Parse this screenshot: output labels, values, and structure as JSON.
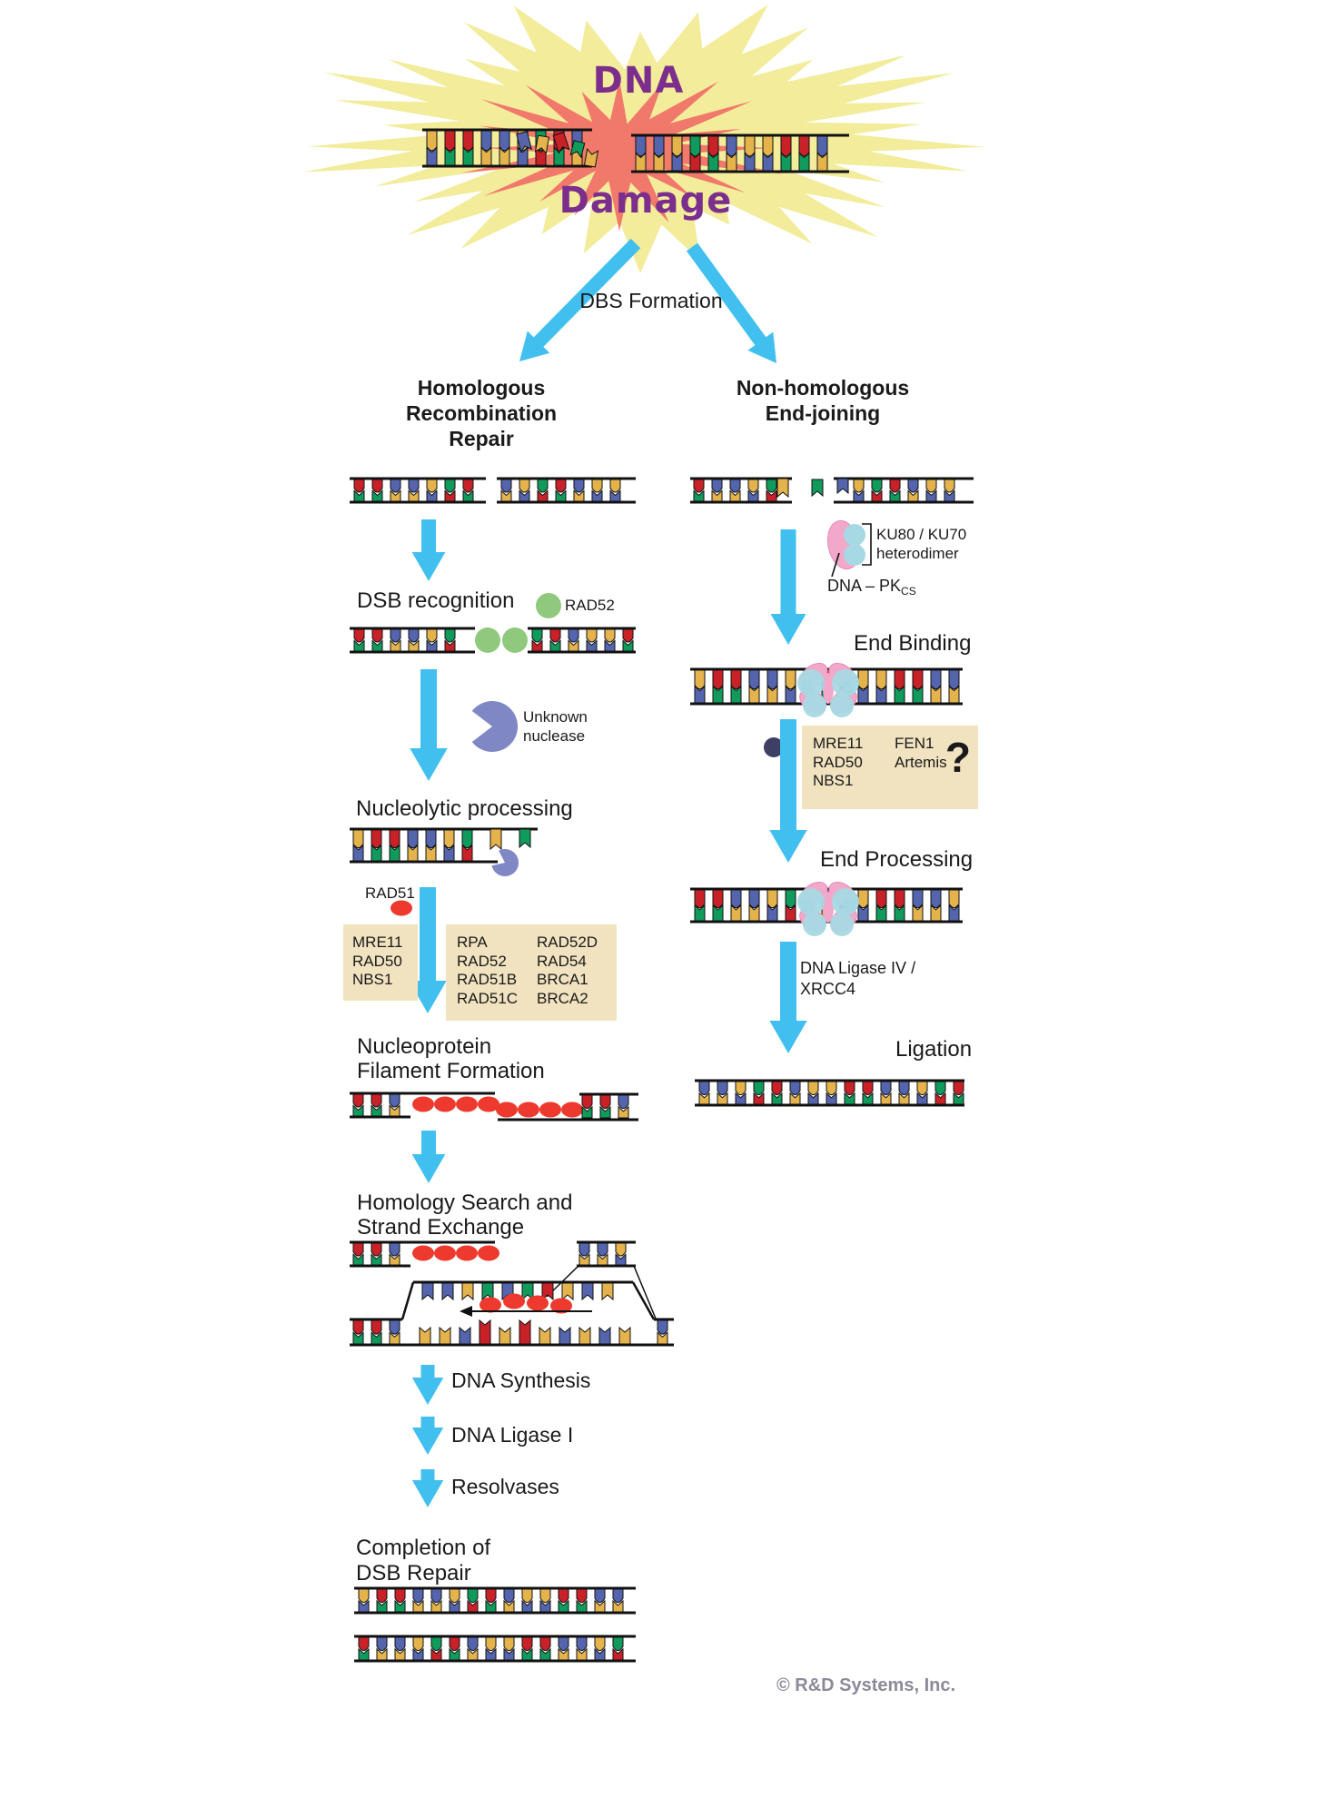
{
  "colors": {
    "starburst_yellow": "#F2EC9B",
    "burst_red": "#F1796B",
    "arrow_cyan": "#41C0F0",
    "title_purple": "#7C2E8C",
    "text_black": "#1A1A1A",
    "protein_box_tan": "#F1E3C0",
    "rad52_green": "#8FC97D",
    "nuclease_periwinkle": "#7F87C5",
    "rad51_red": "#EE3A2E",
    "ku_pink": "#F2A8C8",
    "ku_cyan": "#A6D9E4",
    "base_gold": "#E5B34B",
    "base_blue": "#5465AE",
    "base_red": "#C92128",
    "base_green": "#109B5C",
    "copyright_gray": "#8A8A99"
  },
  "burst": {
    "title_top": "DNA",
    "title_bottom": "Damage"
  },
  "formation_label": "DBS Formation",
  "left_pathway": {
    "title_lines": [
      "Homologous",
      "Recombination",
      "Repair"
    ],
    "dsb_recognition_label": "DSB recognition",
    "rad52_label": "RAD52",
    "unknown_nuclease_lines": [
      "Unknown",
      "nuclease"
    ],
    "nucleolytic_label": "Nucleolytic processing",
    "rad51_label": "RAD51",
    "mrn_box": [
      "MRE11",
      "RAD50",
      "NBS1"
    ],
    "factor_box_col1": [
      "RPA",
      "RAD52",
      "RAD51B",
      "RAD51C"
    ],
    "factor_box_col2": [
      "RAD52D",
      "RAD54",
      "BRCA1",
      "BRCA2"
    ],
    "nucleoprotein_lines": [
      "Nucleoprotein",
      "Filament Formation"
    ],
    "homology_lines": [
      "Homology Search and",
      "Strand Exchange"
    ],
    "dna_synthesis_label": "DNA Synthesis",
    "dna_ligase_label": "DNA Ligase I",
    "resolvases_label": "Resolvases",
    "completion_lines": [
      "Completion of",
      "DSB Repair"
    ]
  },
  "right_pathway": {
    "title_lines": [
      "Non-homologous",
      "End-joining"
    ],
    "ku_lines": [
      "KU80 / KU70",
      "heterodimer"
    ],
    "dna_pk_label": "DNA – PK",
    "dna_pk_subscript": "CS",
    "end_binding_label": "End Binding",
    "mrn_box": [
      "MRE11",
      "RAD50",
      "NBS1"
    ],
    "nuclease_box": [
      "FEN1",
      "Artemis"
    ],
    "question_mark": "?",
    "end_processing_label": "End Processing",
    "ligase_lines": [
      "DNA Ligase IV /",
      "XRCC4"
    ],
    "ligation_label": "Ligation"
  },
  "footer": {
    "copyright": "© R&D Systems, Inc."
  }
}
